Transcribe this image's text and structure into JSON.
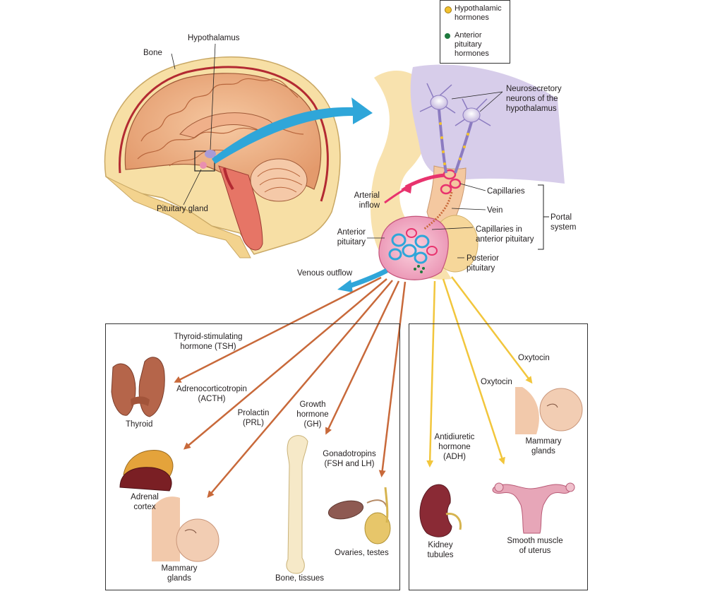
{
  "legend": {
    "hypothalamic": "Hypothalamic hormones",
    "anterior": "Anterior pituitary hormones",
    "hypothalamic_color": "#f2c12e",
    "anterior_color": "#1f7a3e"
  },
  "labels": {
    "bone": "Bone",
    "hypothalamus": "Hypothalamus",
    "pituitary_gland": "Pituitary gland",
    "neurosecretory": "Neurosecretory neurons of the hypothalamus",
    "arterial_inflow": "Arterial inflow",
    "capillaries": "Capillaries",
    "vein": "Vein",
    "capillaries_anterior": "Capillaries in anterior pituitary",
    "portal_system": "Portal system",
    "anterior_pituitary": "Anterior pituitary",
    "posterior_pituitary": "Posterior pituitary",
    "venous_outflow": "Venous outflow"
  },
  "hormones": {
    "tsh": "Thyroid-stimulating hormone (TSH)",
    "acth": "Adrenocorticotropin (ACTH)",
    "prl": "Prolactin (PRL)",
    "gh": "Growth hormone (GH)",
    "gonadotropins": "Gonadotropins (FSH and LH)",
    "adh": "Antidiuretic hormone (ADH)",
    "oxytocin_1": "Oxytocin",
    "oxytocin_2": "Oxytocin"
  },
  "targets": {
    "thyroid": "Thyroid",
    "adrenal": "Adrenal cortex",
    "mammary_left": "Mammary glands",
    "bone": "Bone, tissues",
    "gonads": "Ovaries, testes",
    "kidney": "Kidney tubules",
    "uterus": "Smooth muscle of uterus",
    "mammary_right": "Mammary glands"
  },
  "colors": {
    "anterior_arrow": "#c8693a",
    "posterior_arrow": "#f2c63c",
    "blue_arrow": "#2fa6d9",
    "artery": "#e8336e"
  }
}
